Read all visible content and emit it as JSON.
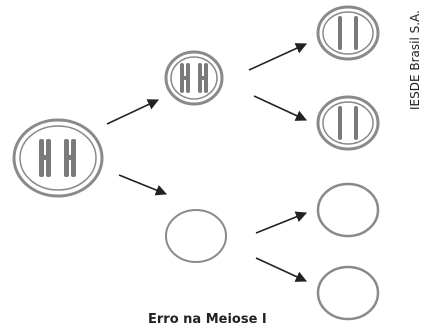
{
  "figure": {
    "caption": "Erro na Meiose I",
    "credit": "IESDE Brasil S.A."
  },
  "cells": {
    "parent": {
      "chromosomes": 2,
      "type": "duplicated"
    },
    "daughter_a": {
      "chromosomes": 2,
      "type": "duplicated"
    },
    "daughter_b": {
      "chromosomes": 0
    },
    "gametes": [
      {
        "chromosomes": 2,
        "type": "single"
      },
      {
        "chromosomes": 2,
        "type": "single"
      },
      {
        "chromosomes": 0
      },
      {
        "chromosomes": 0
      }
    ]
  },
  "colors": {
    "membrane": "#8a8a8a",
    "chromosome": "#7a7a7a",
    "arrow": "#222222"
  }
}
